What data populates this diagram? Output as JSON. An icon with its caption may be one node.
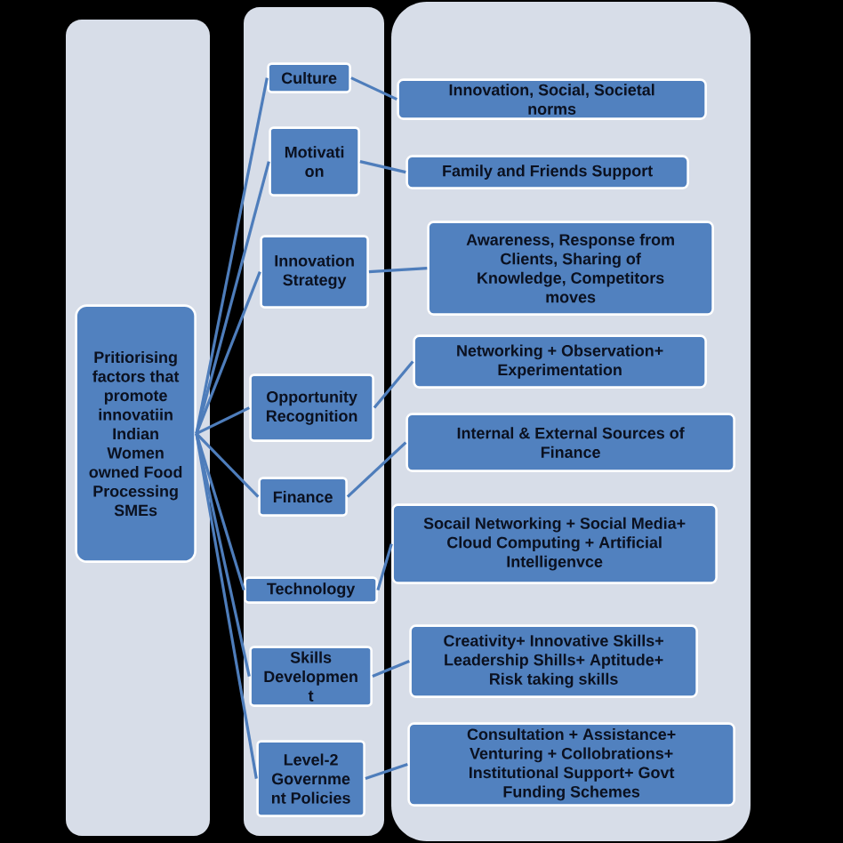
{
  "diagram": {
    "nodes": [
      {
        "text": [],
        "shape": "box"
      },
      {
        "text": [
          "Pritiorising factors that promote innovatiin Indian Women owned Food Processing SMEs"
        ],
        "in": 0
      },
      {
        "text": [],
        "shape": "box"
      },
      {
        "text": [
          "Culture"
        ],
        "in": 2
      },
      {
        "text": [
          "Motivati on"
        ],
        "in": 2
      },
      {
        "text": [
          "Innovation Strategy"
        ],
        "in": 2
      },
      {
        "text": [
          "Opportunity Recognition"
        ],
        "in": 2
      },
      {
        "text": [
          "Finance"
        ],
        "in": 2
      },
      {
        "text": [
          "Technology"
        ],
        "in": 2
      },
      {
        "text": [
          "Skills Developmen t"
        ],
        "in": 2
      },
      {
        "text": [
          "Level-2 Governme nt Policies"
        ],
        "in": 2
      },
      {
        "text": [],
        "shape": "box"
      },
      {
        "text": [
          "Innovation, Social, Societal norms"
        ],
        "in": 11
      },
      {
        "text": [
          "Family and Friends Support"
        ],
        "in": 11
      },
      {
        "text": [
          "Awareness, Response from Clients, Sharing of Knowledge, Competitors moves"
        ],
        "in": 11
      },
      {
        "text": [
          "Networking + Observation+ Experimentation"
        ],
        "in": 11
      },
      {
        "text": [
          "Internal & External Sources of Finance"
        ],
        "in": 11
      },
      {
        "text": [
          "Socail Networking + Social Media+ Cloud Computing + Artificial Intelligenvce"
        ],
        "in": 11
      },
      {
        "text": [
          "Creativity+ Innovative Skills+ Leadership Shills+ Aptitude+ Risk taking skills"
        ],
        "in": 11
      },
      {
        "text": [
          "Consultation + Assistance+ Venturing + Collobrations+ Institutional Support+ Govt Funding Schemes"
        ],
        "in": 11
      }
    ],
    "edges": [
      {
        "from": 1,
        "to": 3,
        "arrow": "none"
      },
      {
        "from": 1,
        "to": 4,
        "arrow": "none"
      },
      {
        "from": 1,
        "to": 5,
        "arrow": "none"
      },
      {
        "from": 1,
        "to": 6,
        "arrow": "none"
      },
      {
        "from": 1,
        "to": 7,
        "arrow": "none"
      },
      {
        "from": 1,
        "to": 8,
        "arrow": "none"
      },
      {
        "from": 1,
        "to": 9,
        "arrow": "none"
      },
      {
        "from": 1,
        "to": 10,
        "arrow": "none"
      },
      {
        "from": 3,
        "to": 12,
        "arrow": "none"
      },
      {
        "from": 4,
        "to": 13,
        "arrow": "none"
      },
      {
        "from": 5,
        "to": 14,
        "arrow": "none"
      },
      {
        "from": 6,
        "to": 15,
        "arrow": "none"
      },
      {
        "from": 7,
        "to": 16,
        "arrow": "none"
      },
      {
        "from": 8,
        "to": 17,
        "arrow": "none"
      },
      {
        "from": 9,
        "to": 18,
        "arrow": "none"
      },
      {
        "from": 10,
        "to": 19,
        "arrow": "none"
      }
    ]
  }
}
